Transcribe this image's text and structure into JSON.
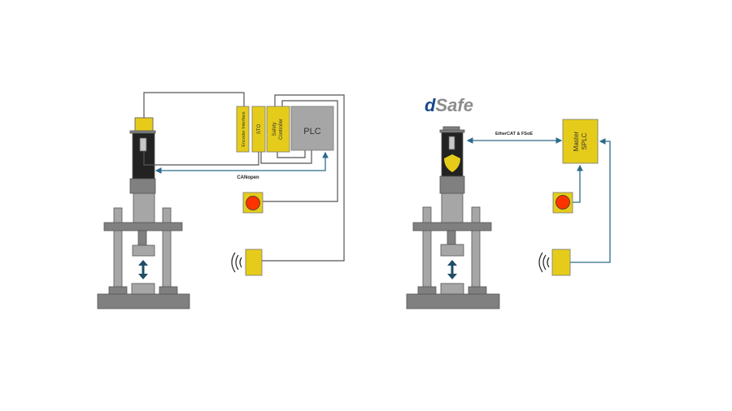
{
  "colors": {
    "yellow": "#e6cc1a",
    "gray": "#a6a6a6",
    "dark_gray": "#7f7f7f",
    "black": "#222222",
    "red": "#ff3300",
    "wire": "#555555",
    "bus": "#2c6b8a",
    "logo_blue": "#1a4b8c",
    "logo_gray": "#8c8c8c"
  },
  "left": {
    "encoder_interface": "Encoder Interface",
    "sto": "STO",
    "safety_controller_1": "Safety",
    "safety_controller_2": "Controller",
    "plc": "PLC",
    "bus_label": "CANopen"
  },
  "right": {
    "logo_d": "d",
    "logo_safe": "Safe",
    "bus_label": "EtherCAT & FSoE",
    "master_1": "Master",
    "master_2": "SPLC"
  }
}
